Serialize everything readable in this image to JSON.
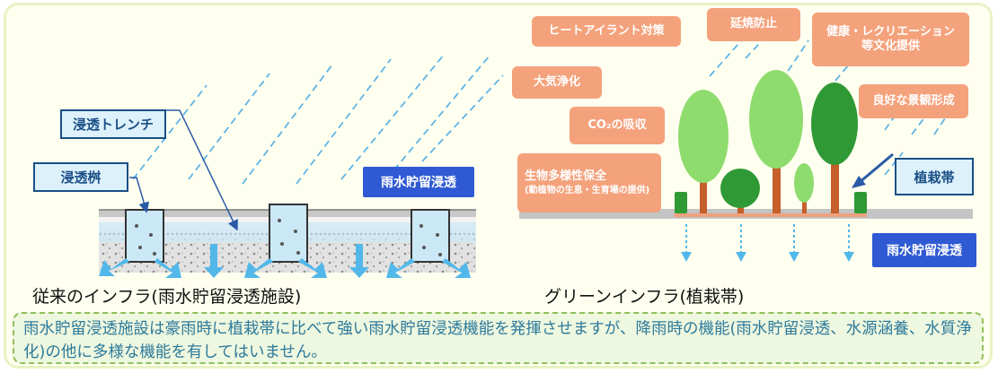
{
  "left": {
    "label_trench": "浸透トレンチ",
    "label_basin": "浸透桝",
    "label_storage": "雨水貯留浸透",
    "caption": "従来のインフラ(雨水貯留浸透施設)"
  },
  "right": {
    "functions": {
      "heat_island": "ヒートアイラント対策",
      "delay_spread": "延焼防止",
      "health_recreation": "健康・レクリエーション等文化提供",
      "air_purification": "大気浄化",
      "landscape": "良好な景観形成",
      "co2": "CO₂の吸収",
      "biodiversity_title": "生物多様性保全",
      "biodiversity_sub": "(動植物の生息・生育場の提供)"
    },
    "label_planting": "植栽帯",
    "label_storage": "雨水貯留浸透",
    "caption": "グリーンインフラ(植栽帯)"
  },
  "note": "雨水貯留浸透施設は豪雨時に植栽帯に比べて強い雨水貯留浸透機能を発揮させますが、降雨時の機能(雨水貯留浸透、水源涵養、水質浄化)の他に多様な機能を有してはいません。",
  "colors": {
    "rain": "#5fb4e6",
    "arrow": "#52b8ea",
    "function_box": "#f4a27c",
    "tree_light": "#8fdc6e",
    "tree_dark": "#2f9a35",
    "trunk": "#c65f2a",
    "label_dark": "#2f5ad3",
    "label_light_border": "#1a4f86"
  }
}
